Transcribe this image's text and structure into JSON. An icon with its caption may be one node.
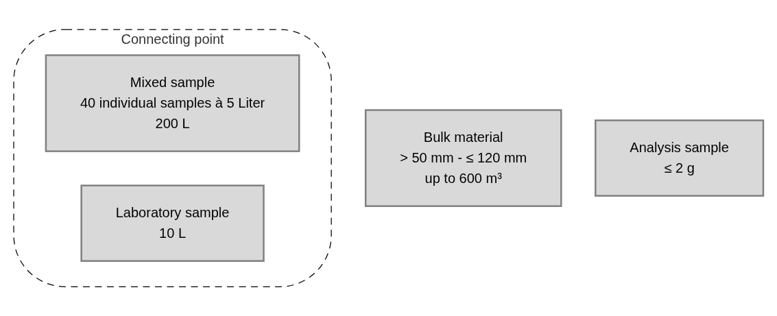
{
  "diagram": {
    "nodes": [
      {
        "text": [
          "Bulk material",
          "> 50 mm - ≤ 120 mm",
          "up to 600 m³"
        ]
      },
      {
        "text": [
          "Connecting point"
        ]
      },
      {
        "text": [
          "Mixed sample",
          "40 individual samples à 5 Liter",
          "200 L"
        ],
        "in": 1
      },
      {
        "text": [
          "Laboratory sample",
          "10 L"
        ],
        "in": 1
      },
      {
        "text": [
          "Analysis sample",
          "≤ 2 g"
        ]
      }
    ]
  }
}
